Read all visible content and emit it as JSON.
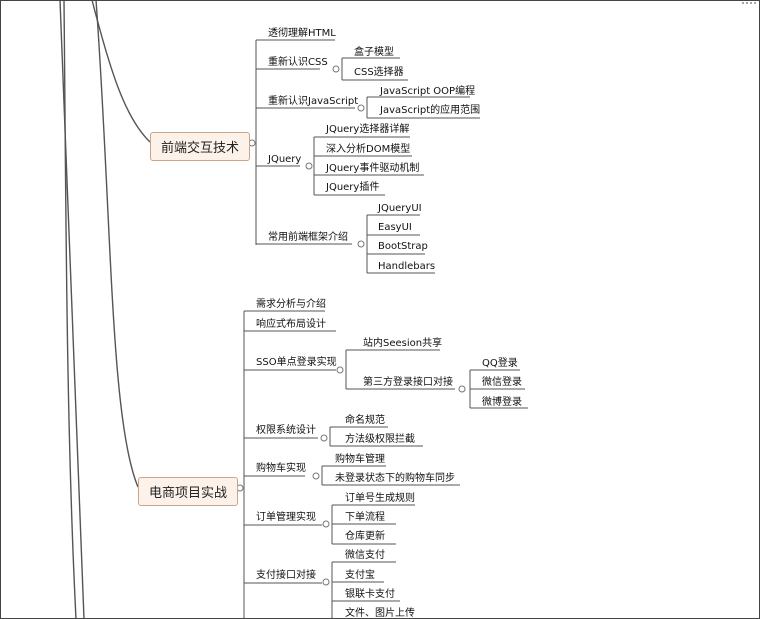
{
  "mindmap": {
    "branches": [
      {
        "label": "前端交互技术",
        "children": [
          {
            "label": "透彻理解HTML",
            "children": []
          },
          {
            "label": "重新认识CSS",
            "children": [
              {
                "label": "盒子模型"
              },
              {
                "label": "CSS选择器"
              }
            ]
          },
          {
            "label": "重新认识JavaScript",
            "children": [
              {
                "label": "JavaScript OOP编程"
              },
              {
                "label": "JavaScript的应用范围"
              }
            ]
          },
          {
            "label": "JQuery",
            "children": [
              {
                "label": "JQuery选择器详解"
              },
              {
                "label": "深入分析DOM模型"
              },
              {
                "label": "JQuery事件驱动机制"
              },
              {
                "label": "JQuery插件"
              }
            ]
          },
          {
            "label": "常用前端框架介绍",
            "children": [
              {
                "label": "JQueryUI"
              },
              {
                "label": "EasyUI"
              },
              {
                "label": "BootStrap"
              },
              {
                "label": "Handlebars"
              }
            ]
          }
        ]
      },
      {
        "label": "电商项目实战",
        "children": [
          {
            "label": "需求分析与介绍",
            "children": []
          },
          {
            "label": "响应式布局设计",
            "children": []
          },
          {
            "label": "SSO单点登录实现",
            "children": [
              {
                "label": "站内Seesion共享"
              },
              {
                "label": "第三方登录接口对接",
                "children": [
                  {
                    "label": "QQ登录"
                  },
                  {
                    "label": "微信登录"
                  },
                  {
                    "label": "微博登录"
                  }
                ]
              }
            ]
          },
          {
            "label": "权限系统设计",
            "children": [
              {
                "label": "命名规范"
              },
              {
                "label": "方法级权限拦截"
              }
            ]
          },
          {
            "label": "购物车实现",
            "children": [
              {
                "label": "购物车管理"
              },
              {
                "label": "未登录状态下的购物车同步"
              }
            ]
          },
          {
            "label": "订单管理实现",
            "children": [
              {
                "label": "订单号生成规则"
              },
              {
                "label": "下单流程"
              },
              {
                "label": "仓库更新"
              }
            ]
          },
          {
            "label": "支付接口对接",
            "children": [
              {
                "label": "微信支付"
              },
              {
                "label": "支付宝"
              },
              {
                "label": "银联卡支付"
              },
              {
                "label": "文件、图片上传"
              }
            ]
          }
        ]
      }
    ]
  }
}
